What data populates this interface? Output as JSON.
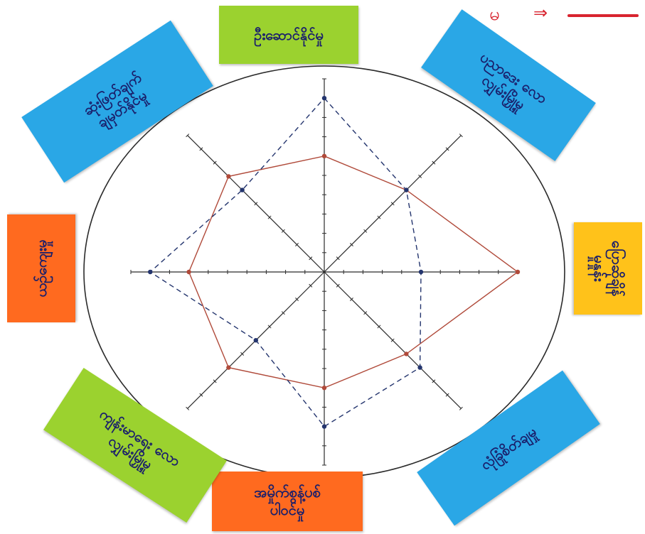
{
  "colors": {
    "paper": "#ffffff",
    "circle": "#2b2b2b",
    "axes": "#2b2b2b",
    "series_solid": "#b04a3a",
    "series_dashed": "#24356e",
    "corner_mark": "#d8242f",
    "note_green": "#9bd22f",
    "note_blue": "#2aa7e6",
    "note_orange": "#ff6a1f",
    "note_yellow": "#ffc21a",
    "ink": "#1a1f6b"
  },
  "corner_mark": {
    "label": "မ",
    "arrow": "⇒"
  },
  "notes": [
    {
      "text": "ဦးဆောင်နိုင်မှု",
      "color": "#9bd22f"
    },
    {
      "text": "ပညာဒေး လော\nလျှမ်းမြှို့မှု",
      "color": "#2aa7e6"
    },
    {
      "text": "ပြောဆိုချိန်\nမှုနှုန်း",
      "color": "#ffc21a"
    },
    {
      "text": "လုံခြုံစိတ်ချမှု",
      "color": "#2aa7e6"
    },
    {
      "text": "အမှိုက်စွန့်ပစ်\nပါဝင်မှု",
      "color": "#ff6a1f"
    },
    {
      "text": "ကျန်းမာရေး လော\nလျှမ်းမြှို့မှု",
      "color": "#9bd22f"
    },
    {
      "text": "ယဉ်ကျေးမှု",
      "color": "#ff6a1f"
    },
    {
      "text": "ဆုံးဖြတ်ချက်\nချမှတ်နိုင်မှု",
      "color": "#2aa7e6"
    }
  ],
  "chart_data": {
    "type": "radar",
    "axes_count": 8,
    "scale_max": 10,
    "tick_values": [
      1,
      2,
      3,
      4,
      5,
      6,
      7,
      8,
      9,
      10
    ],
    "series": [
      {
        "style": "solid",
        "values": [
          6,
          6,
          10,
          6,
          6,
          7,
          7,
          7
        ]
      },
      {
        "style": "dashed",
        "values": [
          9,
          6,
          5,
          7,
          8,
          5,
          9,
          6
        ]
      }
    ]
  }
}
